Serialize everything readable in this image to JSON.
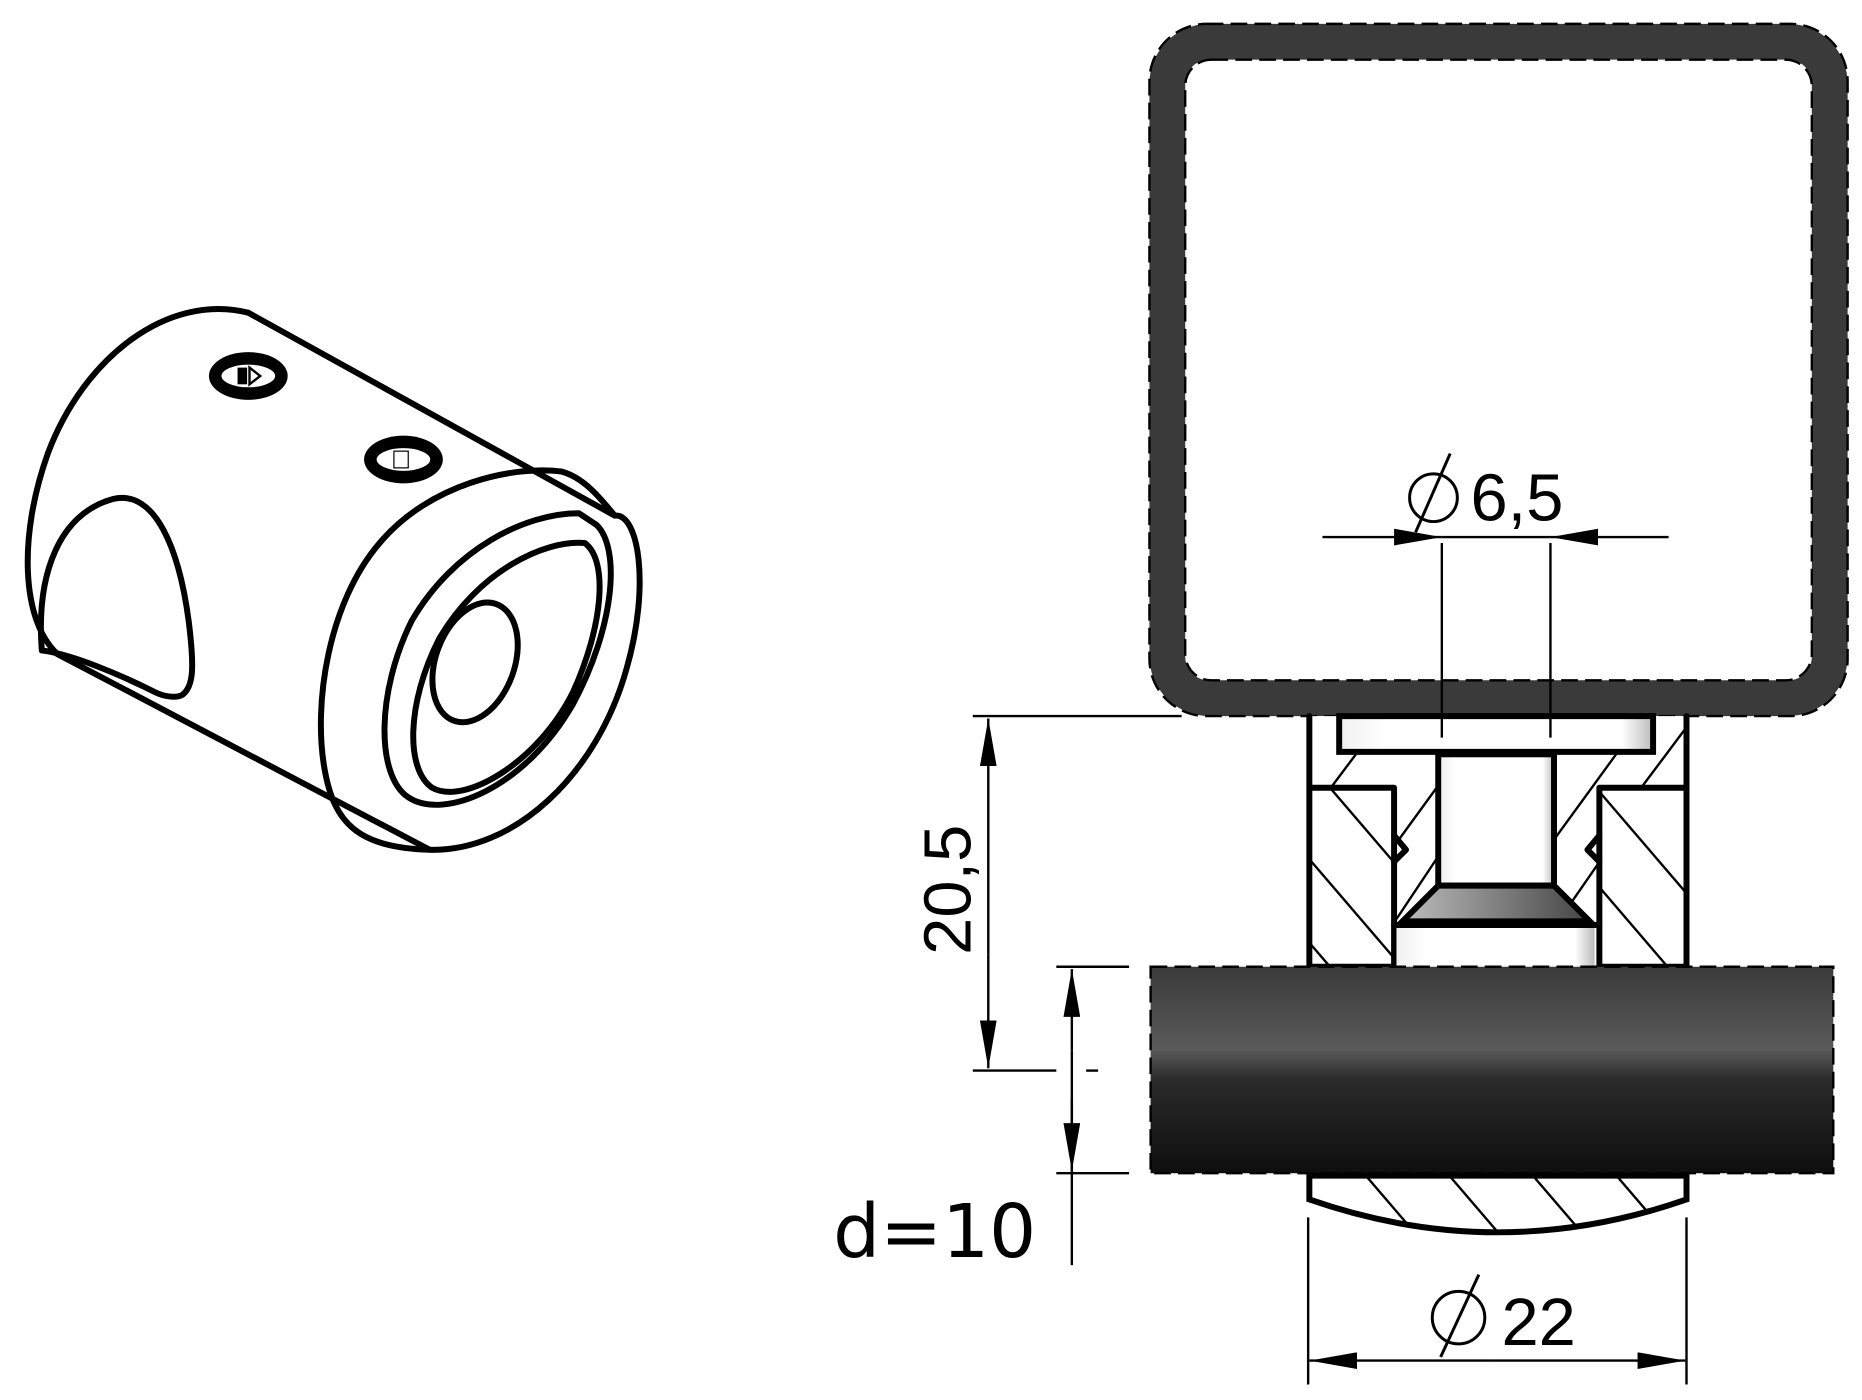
{
  "drawing": {
    "views": [
      {
        "id": "isometric",
        "description": "Isometric view of cylindrical cross connector with two set screws, side bore and stepped front face"
      },
      {
        "id": "section",
        "description": "Section view of connector between square tube and round bar"
      }
    ],
    "colors": {
      "line": "#000000",
      "tube_fill": "#3a3a3a",
      "bar_dark": "#101010",
      "bar_mid": "#5a5a5a",
      "background": "#ffffff"
    },
    "dimensions": {
      "hole_diameter": {
        "symbol": "⌀",
        "value": "6,5"
      },
      "height": {
        "value": "20,5"
      },
      "bar_diameter": {
        "label": "d=10"
      },
      "body_diameter": {
        "symbol": "⌀",
        "value": "22"
      }
    }
  }
}
